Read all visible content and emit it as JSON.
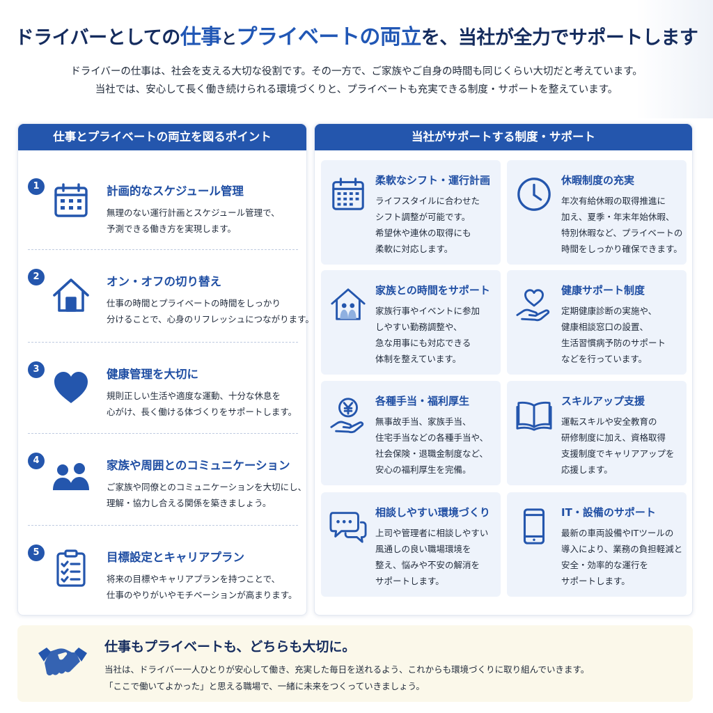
{
  "header": {
    "title_part1": "ドライバーとしての",
    "title_hl1": "仕事",
    "title_part2": "と",
    "title_hl2": "プライベートの両立",
    "title_part3": "を、当社が全力でサポートします",
    "intro_line1": "ドライバーの仕事は、社会を支える大切な役割です。その一方で、ご家族やご自身の時間も同じくらい大切だと考えています。",
    "intro_line2": "当社では、安心して長く働き続けられる環境づくりと、プライベートも充実できる制度・サポートを整えています。"
  },
  "left_panel": {
    "heading": "仕事とプライベートの両立を図るポイント",
    "points": [
      {
        "num": "1",
        "icon": "calendar-icon",
        "title": "計画的なスケジュール管理",
        "line1": "無理のない運行計画とスケジュール管理で、",
        "line2": "予測できる働き方を実現します。"
      },
      {
        "num": "2",
        "icon": "home-icon",
        "title": "オン・オフの切り替え",
        "line1": "仕事の時間とプライベートの時間をしっかり",
        "line2": "分けることで、心身のリフレッシュにつながります。"
      },
      {
        "num": "3",
        "icon": "heart-icon",
        "title": "健康管理を大切に",
        "line1": "規則正しい生活や適度な運動、十分な休息を",
        "line2": "心がけ、長く働ける体づくりをサポートします。"
      },
      {
        "num": "4",
        "icon": "people-icon",
        "title": "家族や周囲とのコミュニケーション",
        "line1": "ご家族や同僚とのコミュニケーションを大切にし、",
        "line2": "理解・協力し合える関係を築きましょう。"
      },
      {
        "num": "5",
        "icon": "checklist-icon",
        "title": "目標設定とキャリアプラン",
        "line1": "将来の目標やキャリアプランを持つことで、",
        "line2": "仕事のやりがいやモチベーションが高まります。"
      }
    ]
  },
  "right_panel": {
    "heading": "当社がサポートする制度・サポート",
    "cards": [
      {
        "icon": "calendar-icon",
        "title": "柔軟なシフト・運行計画",
        "lines": [
          "ライフスタイルに合わせた",
          "シフト調整が可能です。",
          "希望休や連休の取得にも",
          "柔軟に対応します。"
        ]
      },
      {
        "icon": "clock-icon",
        "title": "休暇制度の充実",
        "lines": [
          "年次有給休暇の取得推進に",
          "加え、夏季・年末年始休暇、",
          "特別休暇など、プライベートの",
          "時間をしっかり確保できます。"
        ]
      },
      {
        "icon": "family-home-icon",
        "title": "家族との時間をサポート",
        "lines": [
          "家族行事やイベントに参加",
          "しやすい勤務調整や、",
          "急な用事にも対応できる",
          "体制を整えています。"
        ]
      },
      {
        "icon": "heart-hand-icon",
        "title": "健康サポート制度",
        "lines": [
          "定期健康診断の実施や、",
          "健康相談窓口の設置、",
          "生活習慣病予防のサポート",
          "などを行っています。"
        ]
      },
      {
        "icon": "yen-hand-icon",
        "title": "各種手当・福利厚生",
        "lines": [
          "無事故手当、家族手当、",
          "住宅手当などの各種手当や、",
          "社会保険・退職金制度など、",
          "安心の福利厚生を完備。"
        ]
      },
      {
        "icon": "book-icon",
        "title": "スキルアップ支援",
        "lines": [
          "運転スキルや安全教育の",
          "研修制度に加え、資格取得",
          "支援制度でキャリアアップを",
          "応援します。"
        ]
      },
      {
        "icon": "chat-icon",
        "title": "相談しやすい環境づくり",
        "lines": [
          "上司や管理者に相談しやすい",
          "風通しの良い職場環境を",
          "整え、悩みや不安の解消を",
          "サポートします。"
        ]
      },
      {
        "icon": "smartphone-icon",
        "title": "IT・設備のサポート",
        "lines": [
          "最新の車両設備やITツールの",
          "導入により、業務の負担軽減と",
          "安全・効率的な運行を",
          "サポートします。"
        ]
      }
    ]
  },
  "banner": {
    "icon": "handshake-icon",
    "title": "仕事もプライベートも、どちらも大切に。",
    "line1": "当社は、ドライバー一人ひとりが安心して働き、充実した毎日を送れるよう、これからも環境づくりに取り組んでいきます。",
    "line2": "「ここで働いてよかった」と思える職場で、一緒に未来をつくっていきましょう。"
  },
  "colors": {
    "primary": "#2456ad",
    "title_dark": "#152c5e",
    "card_bg": "#eef3fb",
    "banner_bg": "#fbf8ea"
  }
}
